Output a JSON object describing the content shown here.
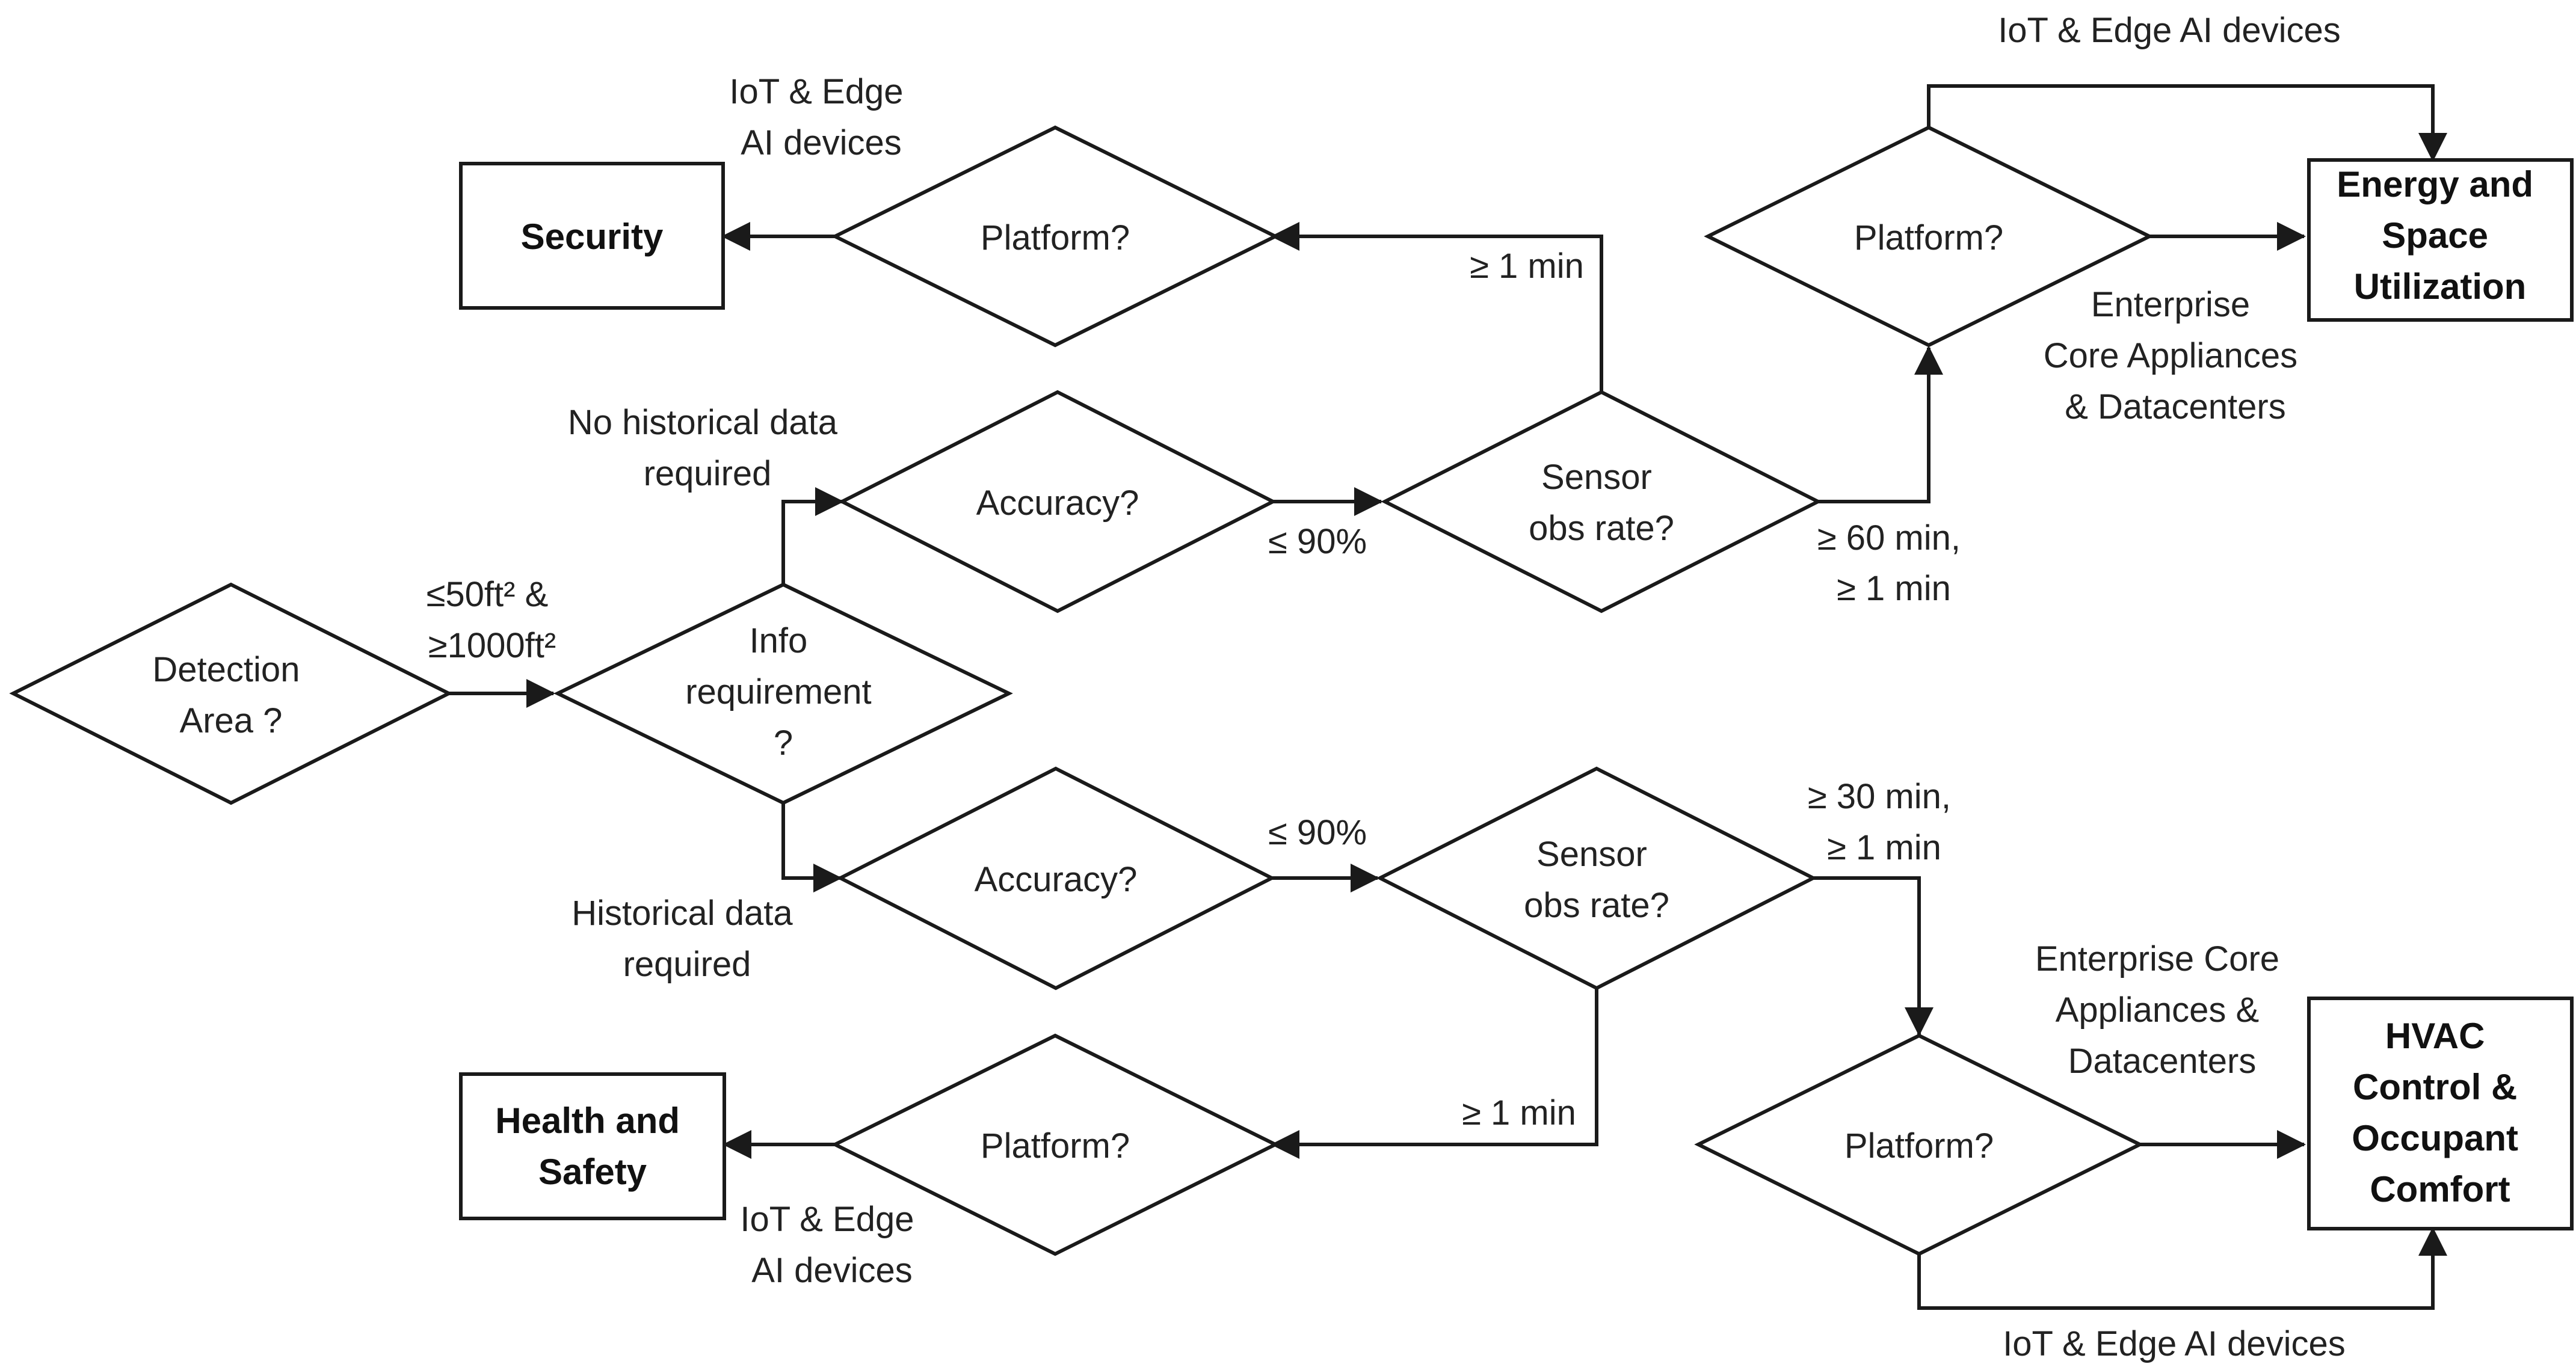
{
  "nodes": {
    "detection_area": [
      "Detection",
      "Area ?"
    ],
    "info_requirement": [
      "Info",
      "requirement",
      "?"
    ],
    "accuracy_top": [
      "Accuracy?"
    ],
    "accuracy_bottom": [
      "Accuracy?"
    ],
    "sensor_top": [
      "Sensor",
      "obs rate?"
    ],
    "sensor_bottom": [
      "Sensor",
      "obs rate?"
    ],
    "platform_security": [
      "Platform?"
    ],
    "platform_energy": [
      "Platform?"
    ],
    "platform_health": [
      "Platform?"
    ],
    "platform_hvac": [
      "Platform?"
    ],
    "security": [
      "Security"
    ],
    "energy_space": [
      "Energy and",
      "Space",
      "Utilization"
    ],
    "health_safety": [
      "Health and",
      "Safety"
    ],
    "hvac_comfort": [
      "HVAC",
      "Control &",
      "Occupant",
      "Comfort"
    ]
  },
  "edge_labels": {
    "area_range": [
      "≤50ft² &",
      "≥1000ft²"
    ],
    "no_historical": [
      "No historical data",
      "required"
    ],
    "historical": [
      "Historical data",
      "required"
    ],
    "acc_top_le90": [
      "≤ 90%"
    ],
    "acc_bottom_le90": [
      "≤ 90%"
    ],
    "sensor_top_ge1": [
      "≥ 1 min"
    ],
    "sensor_top_ge60": [
      "≥ 60 min,",
      "≥ 1 min"
    ],
    "sensor_bottom_ge30": [
      "≥ 30 min,",
      "≥ 1 min"
    ],
    "sensor_bottom_ge1": [
      "≥ 1 min"
    ],
    "security_iot": [
      "IoT & Edge",
      "AI devices"
    ],
    "energy_iot": [
      "IoT & Edge AI devices"
    ],
    "energy_enterprise": [
      "Enterprise",
      "Core Appliances",
      "& Datacenters"
    ],
    "health_iot": [
      "IoT & Edge",
      "AI devices"
    ],
    "hvac_enterprise": [
      "Enterprise Core",
      "Appliances &",
      "Datacenters"
    ],
    "hvac_iot": [
      "IoT & Edge AI devices"
    ]
  }
}
